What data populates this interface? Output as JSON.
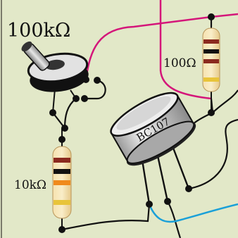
{
  "components": {
    "potentiometer": {
      "label": "100kΩ"
    },
    "resistor_top": {
      "label": "100Ω",
      "bands": [
        "#8b2a1f",
        "#111111",
        "#8b2a1f",
        "#e8c43a"
      ]
    },
    "resistor_bottom": {
      "label": "10kΩ",
      "bands": [
        "#8b2a1f",
        "#111111",
        "#f08a1c",
        "#e8c43a"
      ]
    },
    "transistor": {
      "label": "BC107"
    }
  },
  "colors": {
    "board": "#e2e8c8",
    "board_edge": "#7a7a6a",
    "wire_magenta": "#d4167a",
    "wire_black": "#111111",
    "wire_blue": "#1aa0d8",
    "resistor_body": "#f3d99a",
    "metal": "#c8c8c8"
  },
  "icons": {
    "junction": "solder-dot",
    "potentiometer": "potentiometer-icon",
    "transistor": "to18-transistor-icon"
  }
}
